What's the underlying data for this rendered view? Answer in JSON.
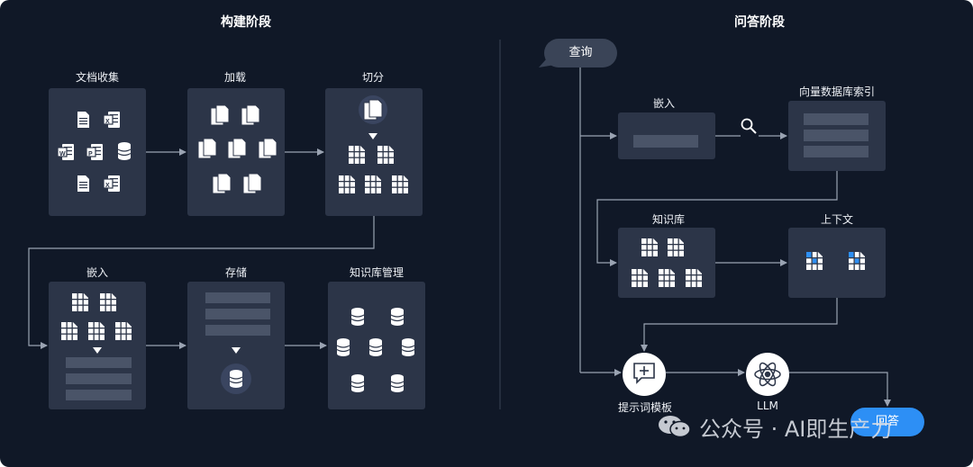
{
  "build_phase": {
    "title": "构建阶段",
    "steps": {
      "collect": "文档收集",
      "load": "加载",
      "split": "切分",
      "embed": "嵌入",
      "store": "存储",
      "kb_manage": "知识库管理"
    }
  },
  "qa_phase": {
    "title": "问答阶段",
    "query": "查询",
    "embed": "嵌入",
    "vector_index": "向量数据库索引",
    "knowledge_base": "知识库",
    "context": "上下文",
    "prompt_template": "提示词模板",
    "llm": "LLM",
    "answer": "回答"
  },
  "watermark": {
    "text": "公众号 · AI即生产力"
  },
  "colors": {
    "background": "#101827",
    "card": "#2c3548",
    "arrow": "#9aa3b2",
    "accent": "#2d8ff5",
    "icon": "#ffffff"
  },
  "icons": [
    "document-icon",
    "excel-icon",
    "word-icon",
    "powerpoint-icon",
    "database-icon",
    "copy-icon",
    "table-icon",
    "search-icon",
    "chat-plus-icon",
    "atom-icon",
    "wechat-icon"
  ]
}
